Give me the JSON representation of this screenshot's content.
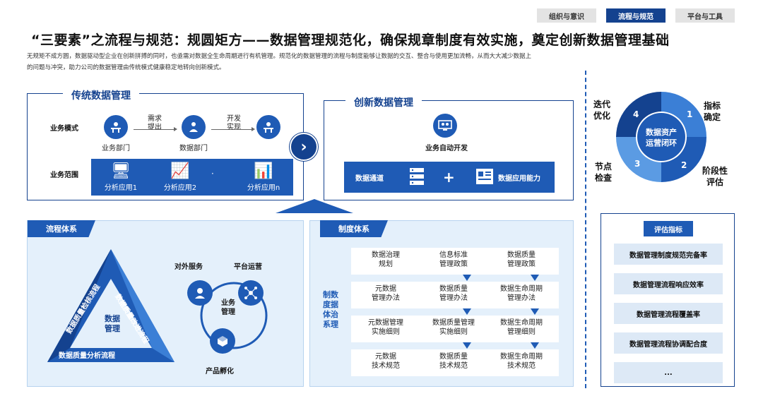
{
  "tabs": [
    {
      "label": "组织与意识",
      "active": false
    },
    {
      "label": "流程与规范",
      "active": true
    },
    {
      "label": "平台与工具",
      "active": false
    }
  ],
  "title": "“三要素”之流程与规范：规圆矩方——数据管理规范化，确保规章制度有效实施，奠定创新数据管理基础",
  "description": "无规矩不成方圆，数据驱动型企业在创新拼搏的同时，也亟需对数据全生命周期进行有机管理。规范化的数据管理的流程与制度能够让数据的交互、整合与使用更加流畅，从而大大减少数据上的问题与冲突，助力公司的数据管理由传统模式健康稳定地转向创新模式。",
  "traditional": {
    "title": "传统数据管理",
    "business_mode_label": "业务模式",
    "business_range_label": "业务范围",
    "dept_business": "业务部门",
    "dept_data": "数据部门",
    "flow_1": "需求\n提出",
    "flow_2": "开发\n实现",
    "apps": [
      "分析应用1",
      "分析应用2",
      "分析应用n"
    ],
    "ellipsis": "·"
  },
  "innovation": {
    "title": "创新数据管理",
    "auto_dev": "业务自动开发",
    "channel": "数据通道",
    "plus": "+",
    "capability": "数据应用能力"
  },
  "process": {
    "tag": "流程体系",
    "tri_left": "数据质量检核流程",
    "tri_right": "数据质量改进流程",
    "tri_bottom": "数据质量分析流程",
    "tri_center": "数据\n管理",
    "external": "对外服务",
    "platform": "平台运营",
    "incubation": "产品孵化",
    "biz_center": "业务\n管理"
  },
  "institution": {
    "tag": "制度体系",
    "side": "制数\n度据\n体治\n系理",
    "rows": [
      [
        "数据治理\n规划",
        "信息标准\n管理政策",
        "数据质量\n管理政策"
      ],
      [
        "元数据\n管理办法",
        "数据质量\n管理办法",
        "数据生命周期\n管理办法"
      ],
      [
        "元数据管理\n实施细则",
        "数据质量管理\n实施细则",
        "数据生命周期\n管理细则"
      ],
      [
        "元数据\n技术规范",
        "数据质量\n技术规范",
        "数据生命周期\n技术规范"
      ]
    ]
  },
  "cycle": {
    "center": "数据资产\n运营闭环",
    "steps": [
      {
        "num": "1",
        "label": "指标\n确定"
      },
      {
        "num": "2",
        "label": "阶段性\n评估"
      },
      {
        "num": "3",
        "label": "节点\n检查"
      },
      {
        "num": "4",
        "label": "迭代\n优化"
      }
    ]
  },
  "evaluation": {
    "tag": "评估指标",
    "items": [
      "数据管理制度规范完备率",
      "数据管理流程响应效率",
      "数据管理流程覆盖率",
      "数据管理流程协调配合度",
      "..."
    ]
  },
  "colors": {
    "primary": "#1f5bb5",
    "dark": "#14428f",
    "light": "#e4f0fb",
    "mid": "#3b7fd6"
  }
}
